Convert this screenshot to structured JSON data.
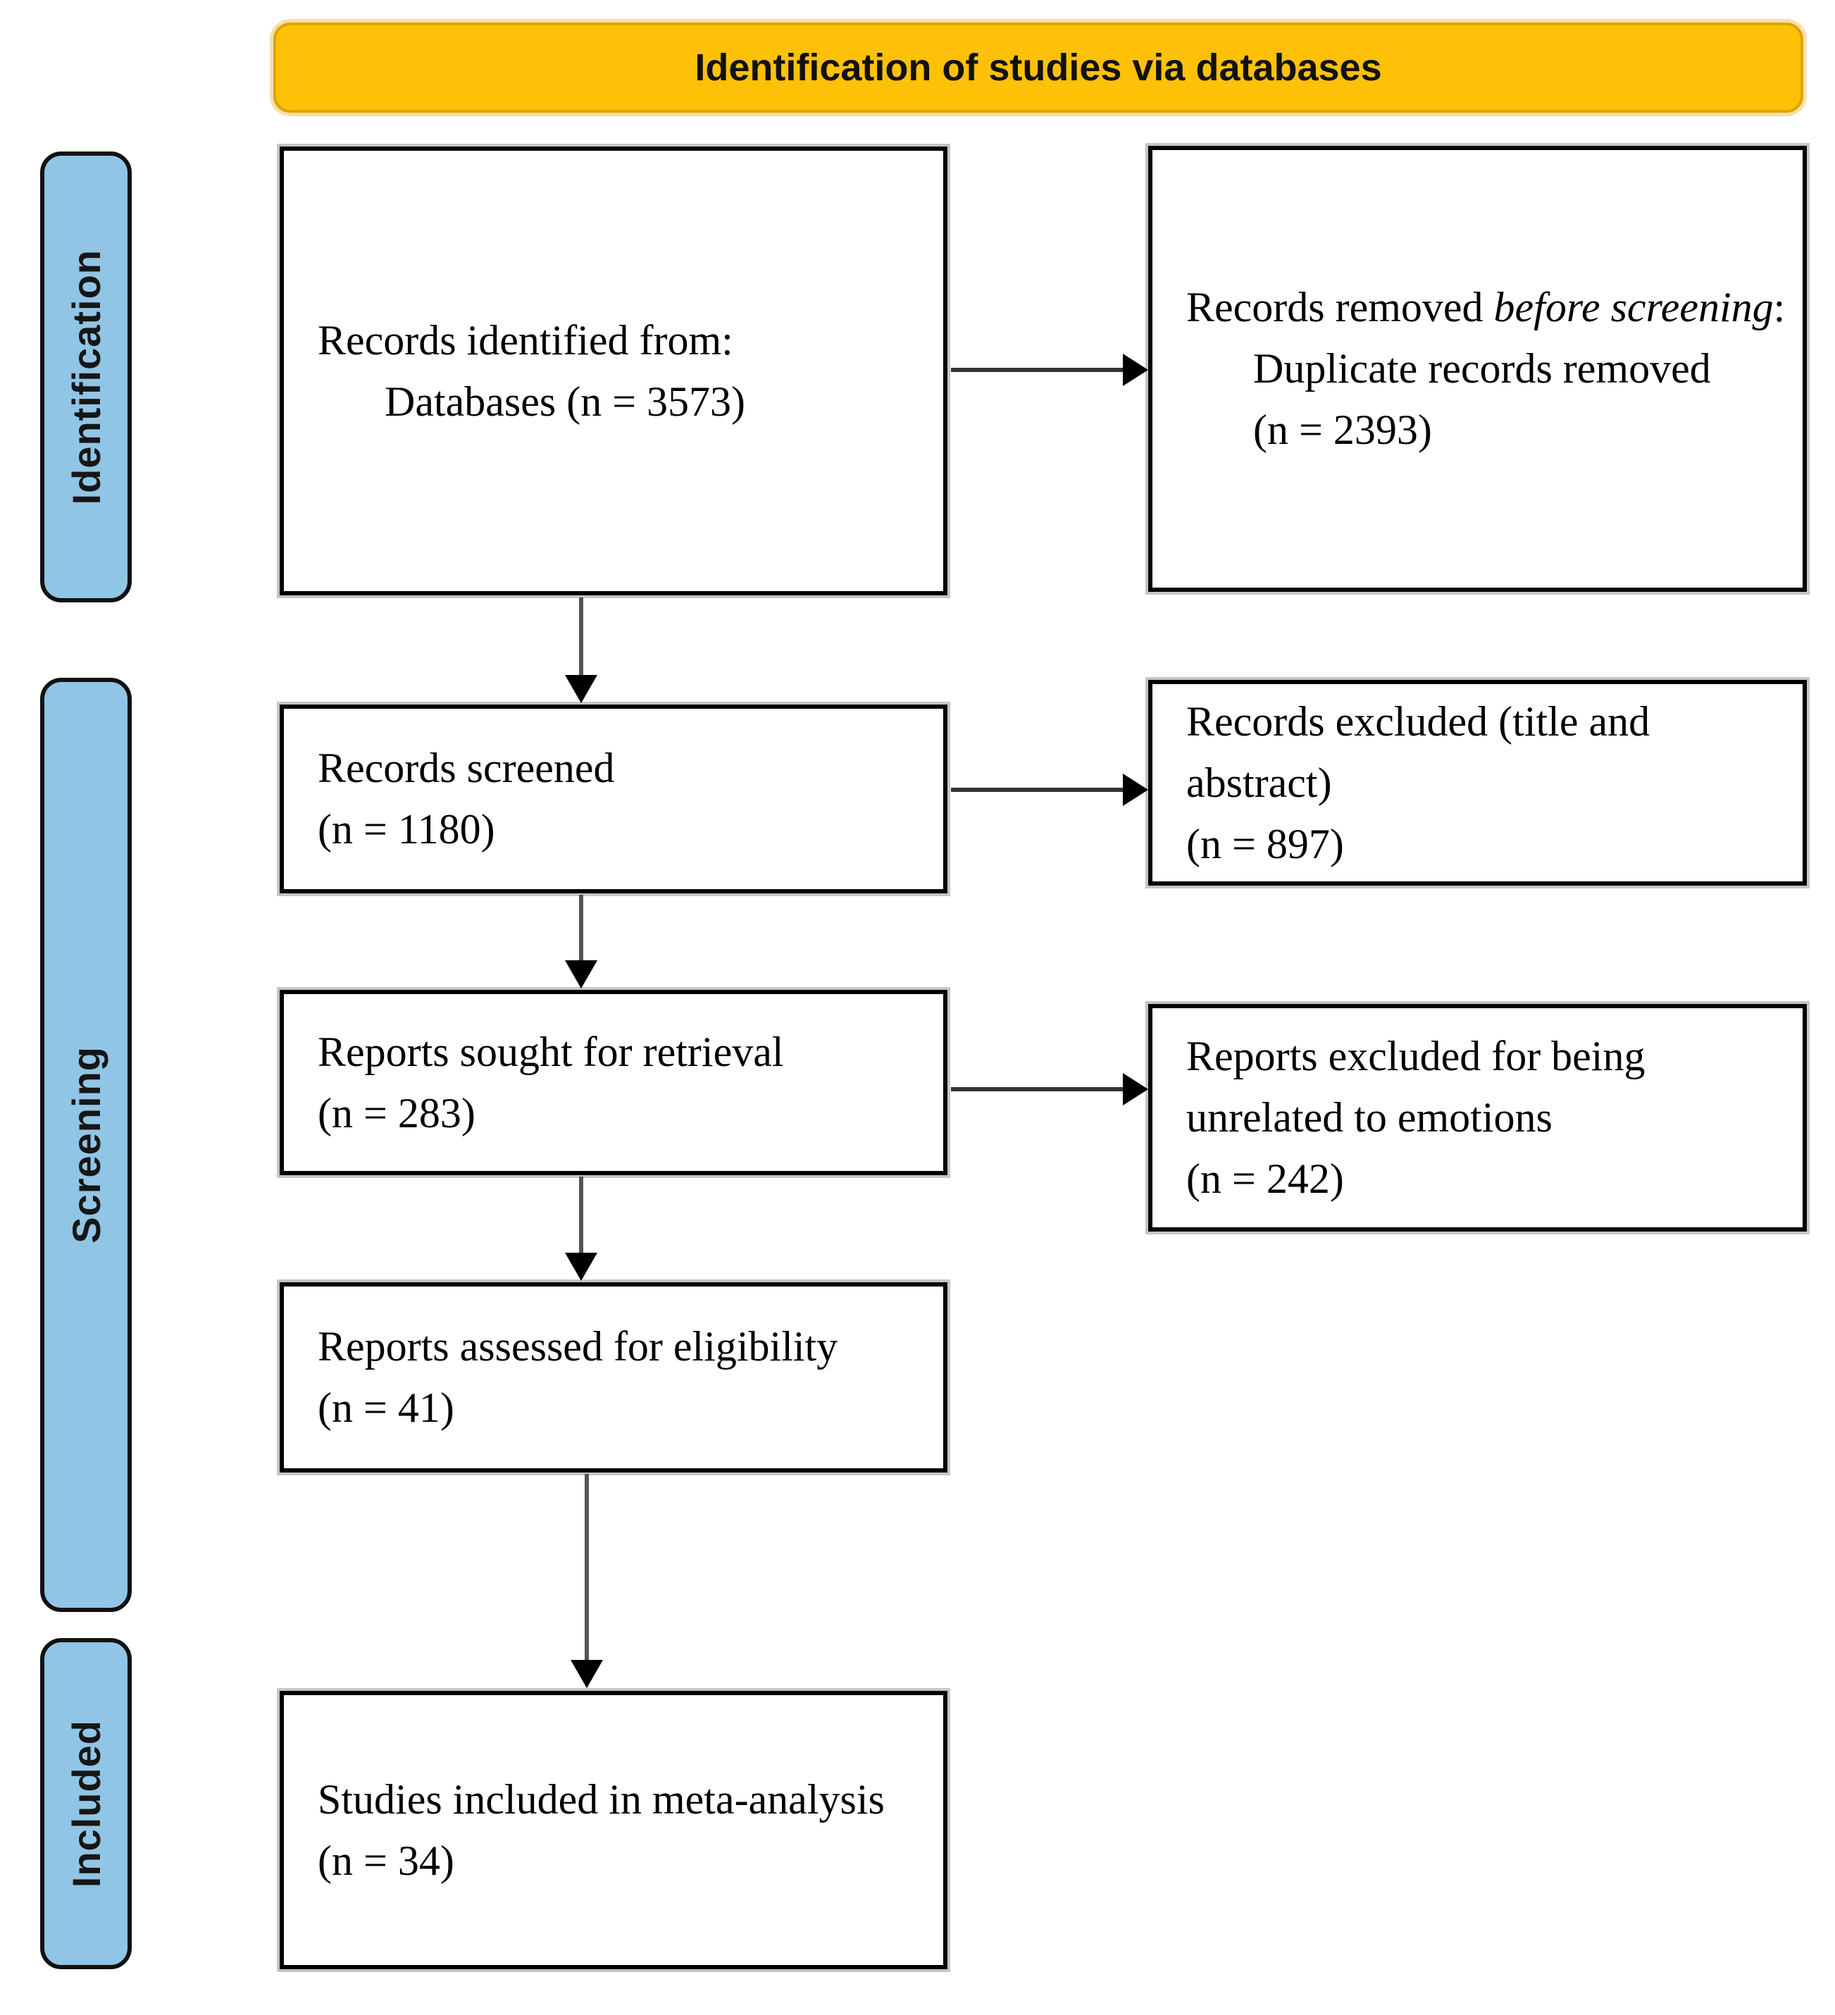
{
  "banner": {
    "title": "Identification of studies via databases"
  },
  "colors": {
    "banner_bg": "#FFC107",
    "stage_bg": "#90C5E6"
  },
  "stages": [
    {
      "label": "Identification"
    },
    {
      "label": "Screening"
    },
    {
      "label": "Included"
    }
  ],
  "flow": {
    "identified": {
      "line1": "Records identified from:",
      "line2": "Databases (n = 3573)"
    },
    "removed": {
      "prefix": "Records removed ",
      "italic": "before screening",
      "suffix": ":",
      "detail": "Duplicate records removed",
      "count": "(n = 2393)"
    },
    "screened": {
      "label": "Records screened",
      "count": "(n = 1180)"
    },
    "excluded_title_abstract": {
      "label": "Records excluded (title and abstract)",
      "count": "(n = 897)"
    },
    "sought": {
      "label": "Reports sought for retrieval",
      "count": "(n = 283)"
    },
    "excluded_unrelated": {
      "label": "Reports excluded for being unrelated to emotions",
      "count": "(n = 242)"
    },
    "assessed": {
      "label": "Reports assessed for eligibility",
      "count": "(n = 41)"
    },
    "included_meta": {
      "label": "Studies included in meta-analysis",
      "count": "(n = 34)"
    }
  }
}
